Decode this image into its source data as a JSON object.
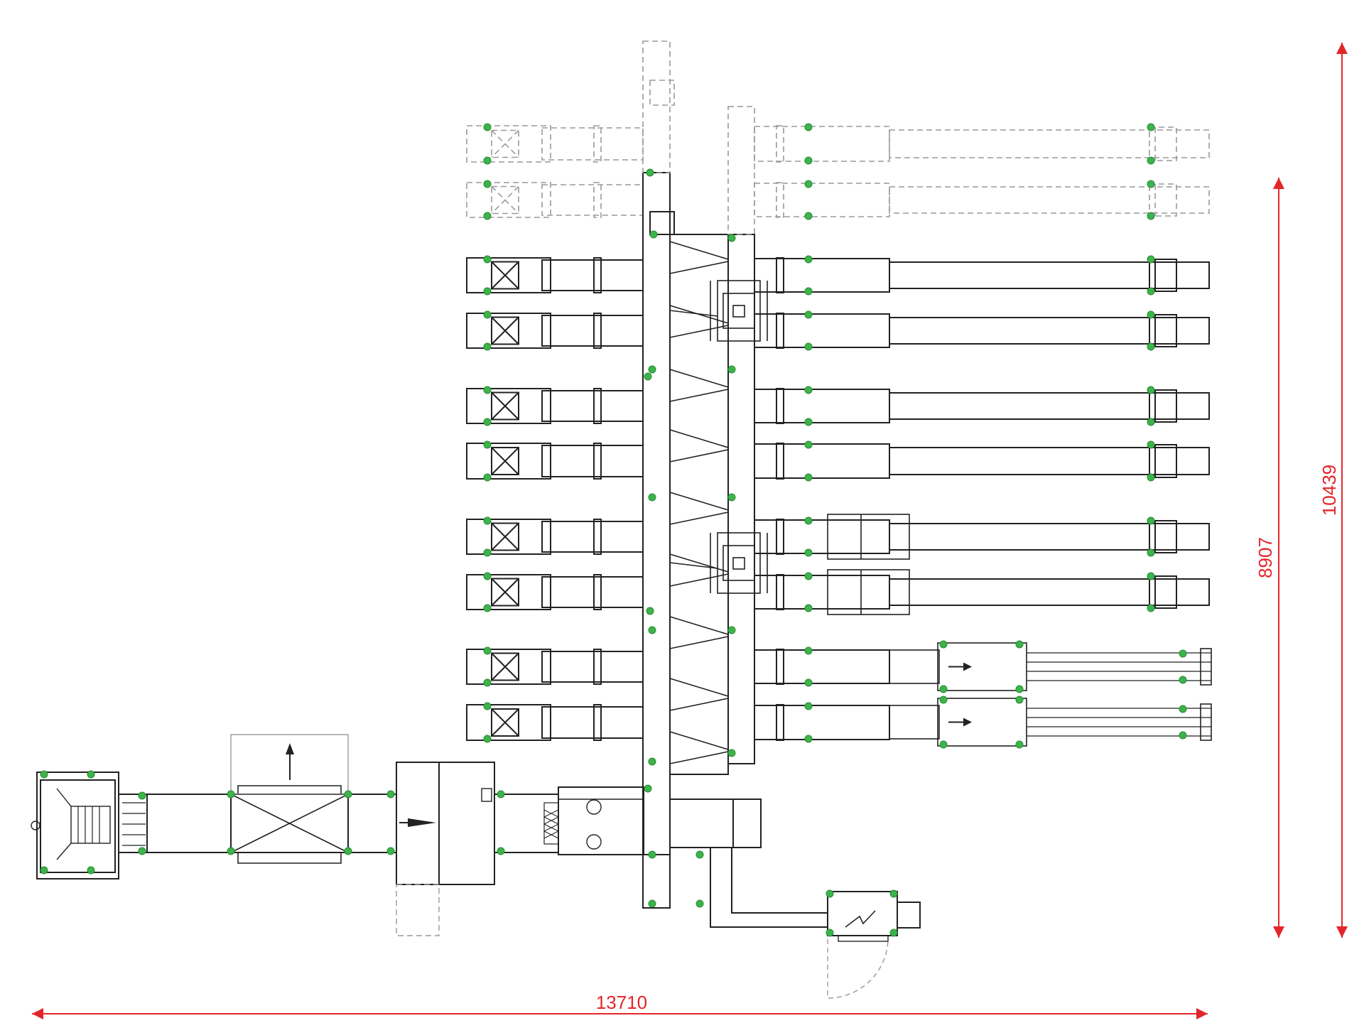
{
  "diagram": {
    "type": "conveyor-layout-plan",
    "dimensions": {
      "overall_width": "13710",
      "active_height": "8907",
      "overall_height": "10439"
    },
    "lanes": {
      "active_count": 8,
      "future_count": 2
    },
    "colors": {
      "outline": "#222222",
      "future_outline": "#9a9a9a",
      "dimension": "#e3262b",
      "sensor": "#3cb44a"
    }
  }
}
